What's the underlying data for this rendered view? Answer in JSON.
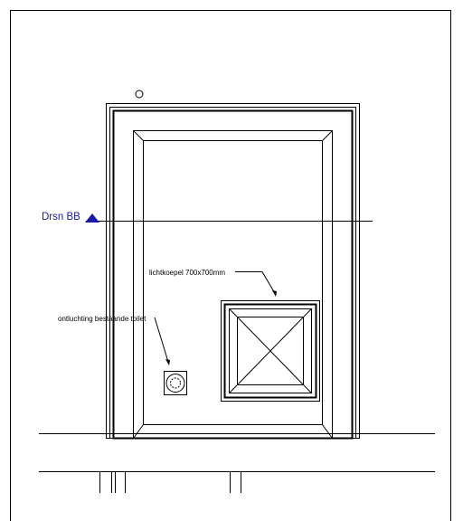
{
  "section_marker": {
    "label": "Drsn BB",
    "color": "#1a1aa8"
  },
  "annotations": {
    "skylight": "lichtkoepel 700x700mm",
    "ventilation": "ontluchting bestaande toilet"
  },
  "colors": {
    "line": "#000000",
    "background": "#ffffff"
  }
}
